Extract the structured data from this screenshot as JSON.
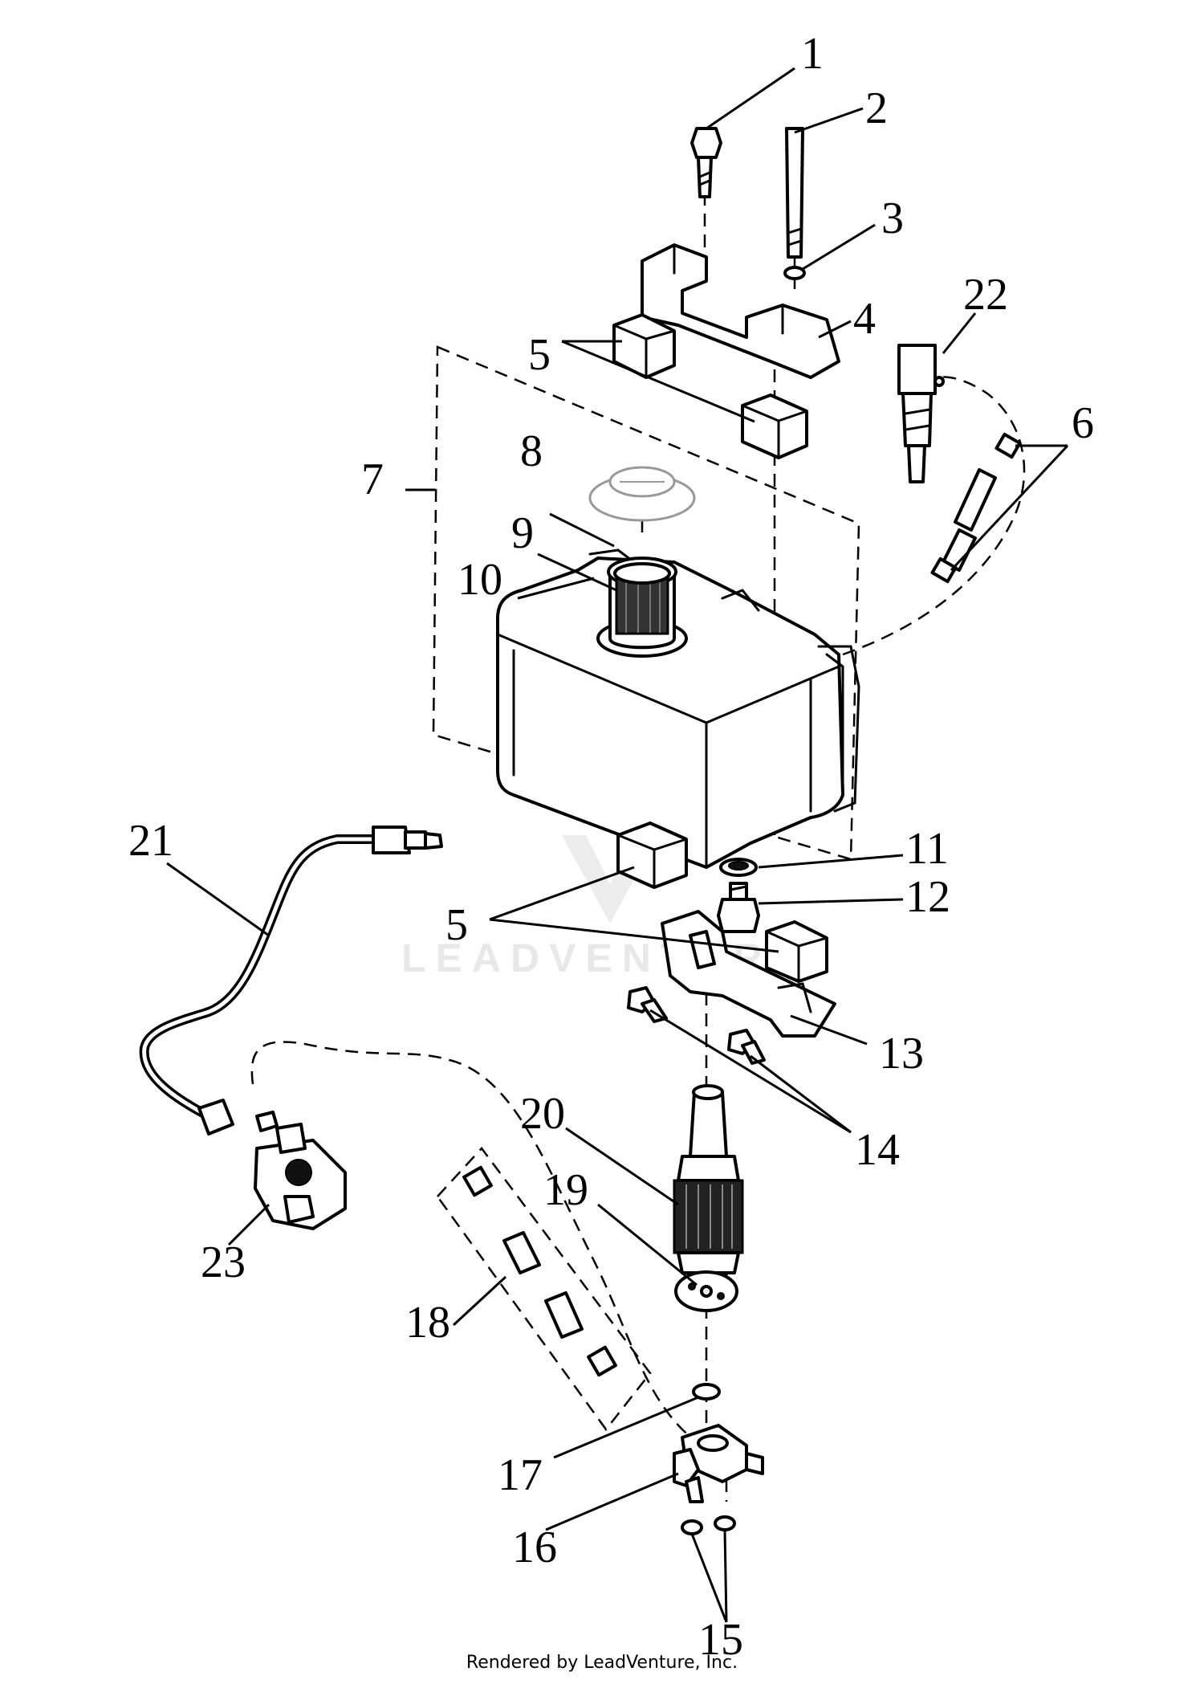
{
  "watermark": "LEADVENTURE",
  "footer": "Rendered by LeadVenture, Inc.",
  "callouts": {
    "c1": "1",
    "c2": "2",
    "c3": "3",
    "c4": "4",
    "c5a": "5",
    "c5b": "5",
    "c6": "6",
    "c7": "7",
    "c8": "8",
    "c9": "9",
    "c10": "10",
    "c11": "11",
    "c12": "12",
    "c13": "13",
    "c14": "14",
    "c15": "15",
    "c16": "16",
    "c17": "17",
    "c18": "18",
    "c19": "19",
    "c20": "20",
    "c21": "21",
    "c22": "22",
    "c23": "23"
  }
}
